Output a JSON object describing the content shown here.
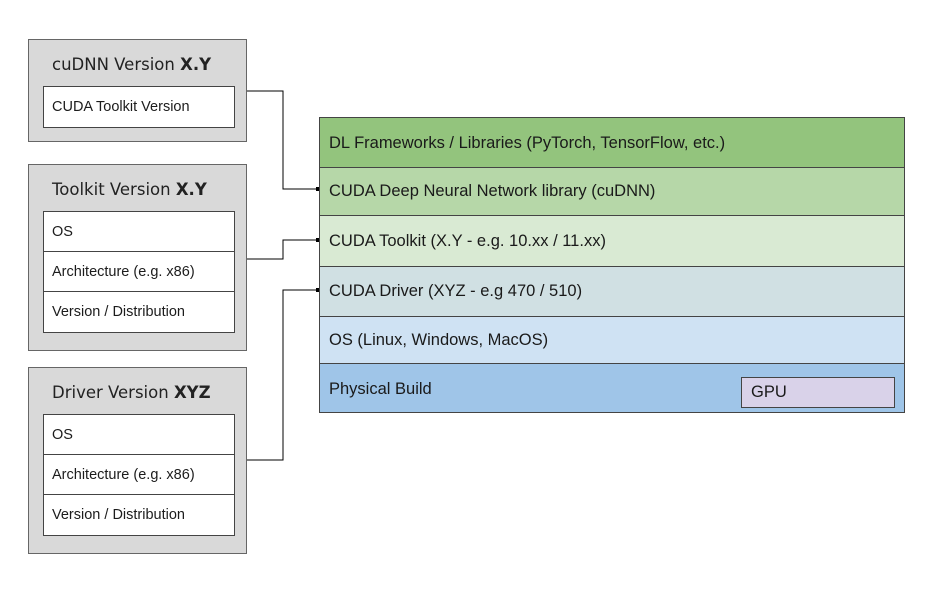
{
  "left_boxes": [
    {
      "title_prefix": "cuDNN Version ",
      "title_bold": "X.Y",
      "rows": [
        "CUDA Toolkit Version"
      ]
    },
    {
      "title_prefix": "Toolkit Version ",
      "title_bold": "X.Y",
      "rows": [
        "OS",
        "Architecture (e.g. x86)",
        "Version / Distribution"
      ]
    },
    {
      "title_prefix": "Driver Version ",
      "title_bold": "XYZ",
      "rows": [
        "OS",
        "Architecture (e.g. x86)",
        "Version / Distribution"
      ]
    }
  ],
  "stack": {
    "layers": [
      {
        "label": "DL Frameworks / Libraries (PyTorch, TensorFlow, etc.)",
        "color": "#93c47d"
      },
      {
        "label": "CUDA Deep Neural Network library (cuDNN)",
        "color": "#b6d7a8"
      },
      {
        "label": "CUDA Toolkit (X.Y - e.g. 10.xx / 11.xx)",
        "color": "#d9ead3"
      },
      {
        "label": "CUDA Driver (XYZ - e.g 470 / 510)",
        "color": "#d0e0e3"
      },
      {
        "label": "OS (Linux, Windows, MacOS)",
        "color": "#cfe2f3"
      },
      {
        "label": "Physical Build",
        "color": "#9fc5e8"
      }
    ],
    "gpu": {
      "label": "GPU",
      "color": "#d9d2e9"
    }
  },
  "colors": {
    "group_fill": "#d9d9d9",
    "connector": "#000000"
  }
}
